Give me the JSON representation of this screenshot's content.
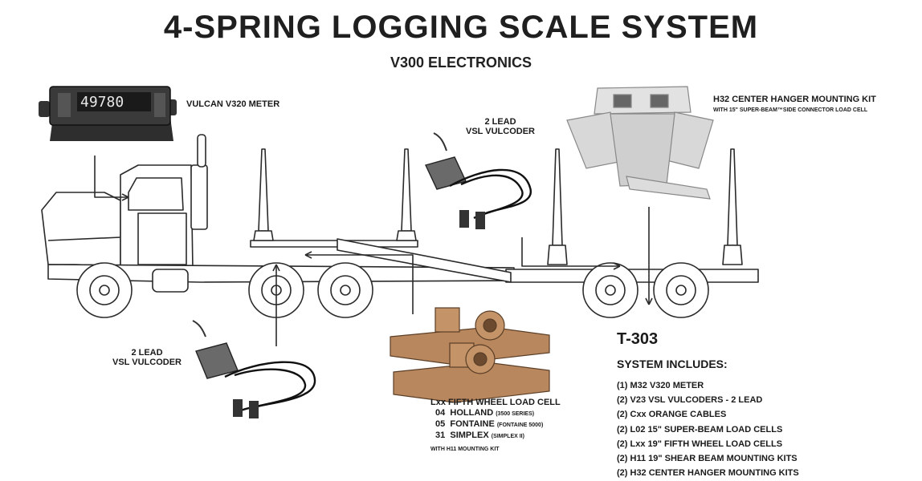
{
  "header": {
    "title": "4-SPRING LOGGING SCALE SYSTEM",
    "subtitle": "V300 ELECTRONICS"
  },
  "callouts": {
    "meter_label": "VULCAN V320 METER",
    "meter_display": "49780",
    "hanger_label": "H32  CENTER HANGER MOUNTING KIT",
    "hanger_sub": "WITH 15\" SUPER-BEAM™SIDE CONNECTOR LOAD CELL",
    "vulcoder_top_line1": "2 LEAD",
    "vulcoder_top_line2": "VSL VULCODER",
    "vulcoder_left_line1": "2 LEAD",
    "vulcoder_left_line2": "VSL VULCODER"
  },
  "fifth_wheel": {
    "heading": "Lxx  FIFTH WHEEL LOAD CELL",
    "items": [
      {
        "code": "04",
        "name": "HOLLAND",
        "note": "(3500 SERIES)"
      },
      {
        "code": "05",
        "name": "FONTAINE",
        "note": "(FONTAINE 5000)"
      },
      {
        "code": "31",
        "name": "SIMPLEX",
        "note": "(SIMPLEX II)"
      }
    ],
    "kit_note": "WITH H11 MOUNTING KIT"
  },
  "system": {
    "model": "T-303",
    "heading": "SYSTEM INCLUDES:",
    "items": [
      "(1)  M32  V320 METER",
      "(2)  V23  VSL VULCODERS - 2 LEAD",
      "(2)  Cxx ORANGE CABLES",
      "(2)  L02  15\" SUPER-BEAM LOAD CELLS",
      "(2)  Lxx  19\" FIFTH WHEEL LOAD CELLS",
      "(2)  H11  19\" SHEAR BEAM MOUNTING KITS",
      "(2)  H32  CENTER HANGER MOUNTING KITS"
    ]
  },
  "colors": {
    "line": "#2a2a2a",
    "cell_body": "#b9875e",
    "hanger_body": "#d8d8d8"
  }
}
